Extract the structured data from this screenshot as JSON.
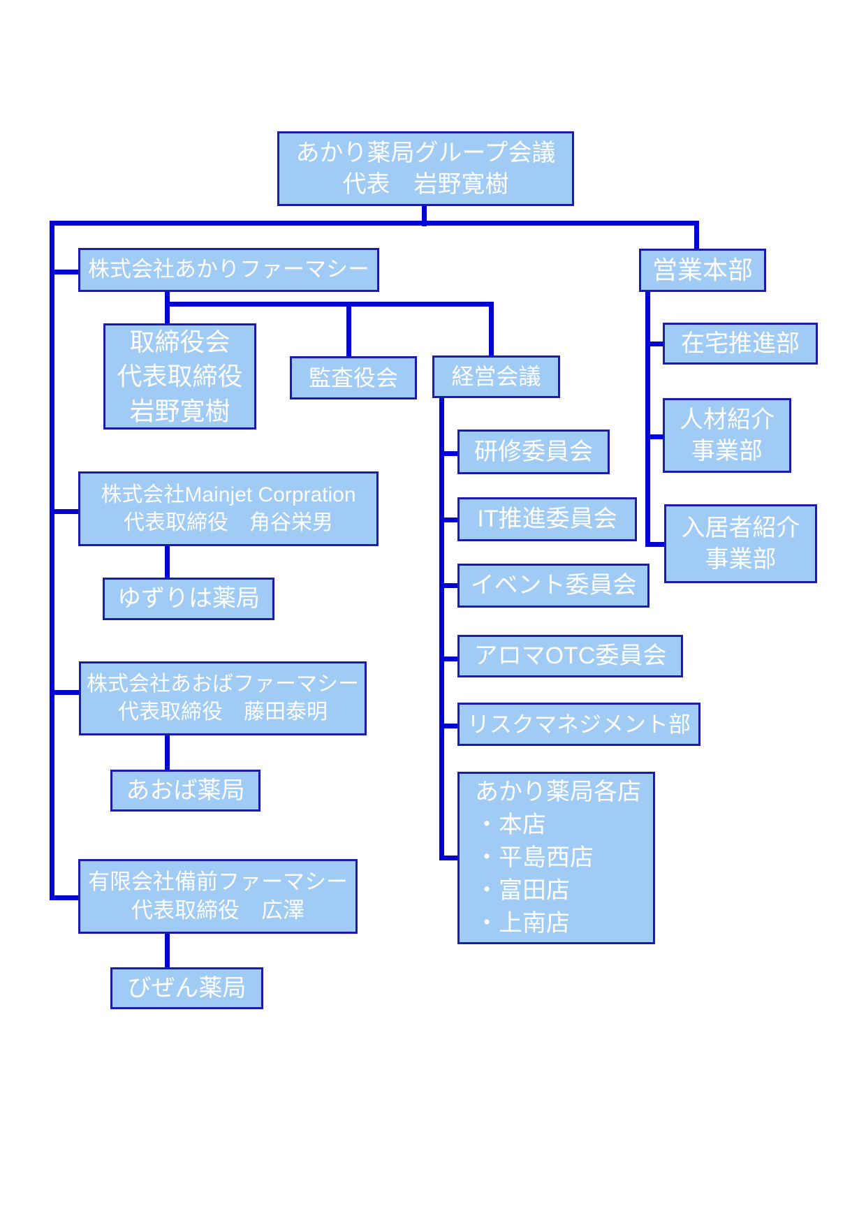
{
  "colors": {
    "background": "#FFFFFF",
    "box_fill": "#9FCBF5",
    "box_border": "#1B1BB0",
    "connector": "#0202D6",
    "text": "#FFFFFF"
  },
  "nodes": {
    "group_meeting": {
      "line1": "あかり薬局グループ会議",
      "line2": "代表　岩野寛樹"
    },
    "akari_pharmacy": {
      "label": "株式会社あかりファーマシー"
    },
    "sales_hq": {
      "label": "営業本部"
    },
    "board": {
      "line1": "取締役会",
      "line2": "代表取締役",
      "line3": "岩野寛樹"
    },
    "audit_board": {
      "label": "監査役会"
    },
    "management_meeting": {
      "label": "経営会議"
    },
    "training_committee": {
      "label": "研修委員会"
    },
    "it_committee": {
      "label": "IT推進委員会"
    },
    "event_committee": {
      "label": "イベント委員会"
    },
    "aroma_otc_committee": {
      "label": "アロマOTC委員会"
    },
    "risk_management_dept": {
      "label": "リスクマネジメント部"
    },
    "stores": {
      "title": "あかり薬局各店",
      "items": [
        "・本店",
        "・平島西店",
        "・富田店",
        "・上南店"
      ]
    },
    "home_care_dept": {
      "label": "在宅推進部"
    },
    "hr_referral_dept": {
      "line1": "人材紹介",
      "line2": "事業部"
    },
    "resident_referral_dept": {
      "line1": "入居者紹介",
      "line2": "事業部"
    },
    "mainjet": {
      "line1": "株式会社Mainjet Corpration",
      "line2": "代表取締役　角谷栄男"
    },
    "yuzuriha_pharmacy": {
      "label": "ゆずりは薬局"
    },
    "aoba": {
      "line1": "株式会社あおばファーマシー",
      "line2": "代表取締役　藤田泰明"
    },
    "aoba_pharmacy": {
      "label": "あおば薬局"
    },
    "bizen": {
      "line1": "有限会社備前ファーマシー",
      "line2": "代表取締役　広澤"
    },
    "bizen_pharmacy": {
      "label": "びぜん薬局"
    }
  }
}
